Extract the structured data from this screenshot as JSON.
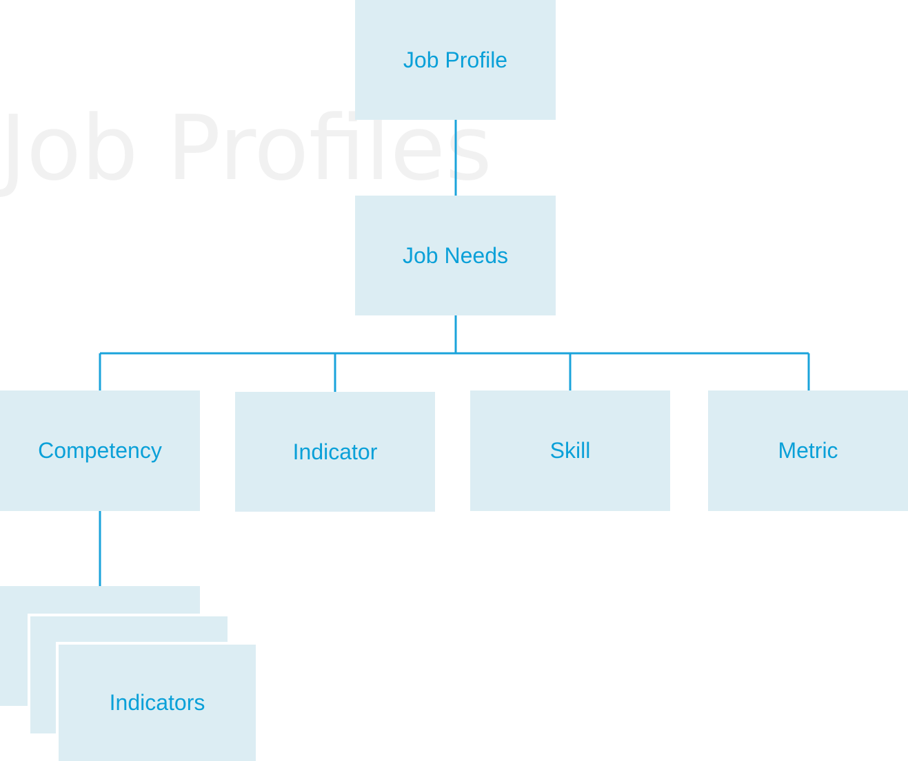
{
  "watermark": "Job Profiles",
  "colors": {
    "box_fill": "#dcedf3",
    "text": "#0aa0d8",
    "connector": "#1aa3db",
    "watermark": "#f1f1f1"
  },
  "nodes": {
    "job_profile": "Job Profile",
    "job_needs": "Job Needs",
    "competency": "Competency",
    "indicator": "Indicator",
    "skill": "Skill",
    "metric": "Metric",
    "indicators": "Indicators"
  }
}
